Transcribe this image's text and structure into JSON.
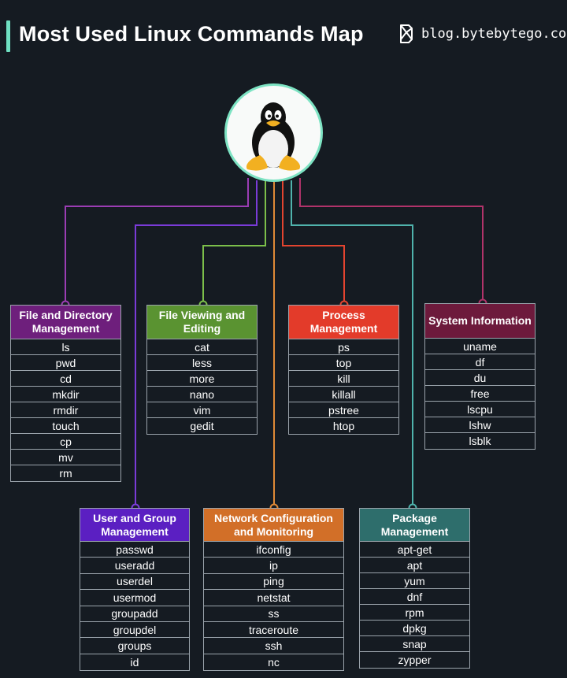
{
  "header": {
    "title": "Most Used Linux Commands Map",
    "brand": "blog.bytebytego.com"
  },
  "colors": {
    "background": "#151b22",
    "accent": "#6fe0c2",
    "hub_ring": "#7de3c3"
  },
  "hub": {
    "icon": "linux-tux-penguin-icon"
  },
  "categories": [
    {
      "id": "file",
      "title": "File and Directory Management",
      "color": "#6e1f7c",
      "wire": "#9b3db4",
      "commands": [
        "ls",
        "pwd",
        "cd",
        "mkdir",
        "rmdir",
        "touch",
        "cp",
        "mv",
        "rm"
      ]
    },
    {
      "id": "viewing",
      "title": "File Viewing and Editing",
      "color": "#5a9331",
      "wire": "#7cbf4a",
      "commands": [
        "cat",
        "less",
        "more",
        "nano",
        "vim",
        "gedit"
      ]
    },
    {
      "id": "process",
      "title": "Process Management",
      "color": "#e33b2a",
      "wire": "#e3442f",
      "commands": [
        "ps",
        "top",
        "kill",
        "killall",
        "pstree",
        "htop"
      ]
    },
    {
      "id": "system",
      "title": "System Information",
      "color": "#6d1a3c",
      "wire": "#b1336a",
      "commands": [
        "uname",
        "df",
        "du",
        "free",
        "lscpu",
        "lshw",
        "lsblk"
      ]
    },
    {
      "id": "user",
      "title": "User and Group Management",
      "color": "#5b1fc2",
      "wire": "#7a3bd8",
      "commands": [
        "passwd",
        "useradd",
        "userdel",
        "usermod",
        "groupadd",
        "groupdel",
        "groups",
        "id"
      ]
    },
    {
      "id": "network",
      "title": "Network Configuration and Monitoring",
      "color": "#d26f28",
      "wire": "#e08a36",
      "commands": [
        "ifconfig",
        "ip",
        "ping",
        "netstat",
        "ss",
        "traceroute",
        "ssh",
        "nc"
      ]
    },
    {
      "id": "package",
      "title": "Package Management",
      "color": "#2e6e6c",
      "wire": "#4fb3ac",
      "commands": [
        "apt-get",
        "apt",
        "yum",
        "dnf",
        "rpm",
        "dpkg",
        "snap",
        "zypper"
      ]
    }
  ]
}
